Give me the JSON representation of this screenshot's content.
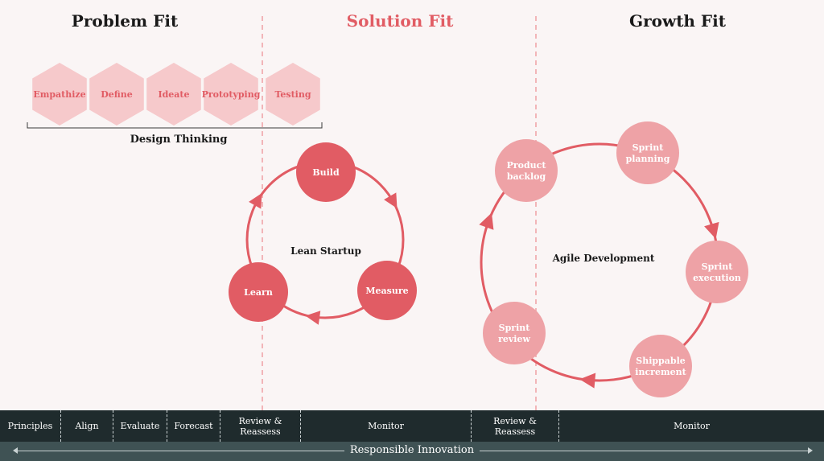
{
  "phases": {
    "problem": "Problem Fit",
    "solution": "Solution Fit",
    "growth": "Growth Fit"
  },
  "colors": {
    "accent": "#e15c64",
    "hexagon": "#f6c9cb",
    "agile": "#eea2a6",
    "bar_dark": "#1f2b2d",
    "bar_mid": "#3f5254"
  },
  "design_thinking": {
    "steps": [
      "Empathize",
      "Define",
      "Ideate",
      "Prototyping",
      "Testing"
    ],
    "label": "Design Thinking"
  },
  "lean_startup": {
    "label": "Lean Startup",
    "nodes": [
      "Build",
      "Measure",
      "Learn"
    ]
  },
  "agile": {
    "label": "Agile Development",
    "nodes": [
      [
        "Product",
        "backlog"
      ],
      [
        "Sprint",
        "planning"
      ],
      [
        "Sprint",
        "execution"
      ],
      [
        "Shippable",
        "increment"
      ],
      [
        "Sprint",
        "review"
      ]
    ]
  },
  "bar": {
    "cells": [
      "Principles",
      "Align",
      "Evaluate",
      "Forecast",
      "Review &\nReassess",
      "Monitor",
      "Review &\nReassess",
      "Monitor"
    ],
    "bottom": "Responsible Innovation"
  }
}
